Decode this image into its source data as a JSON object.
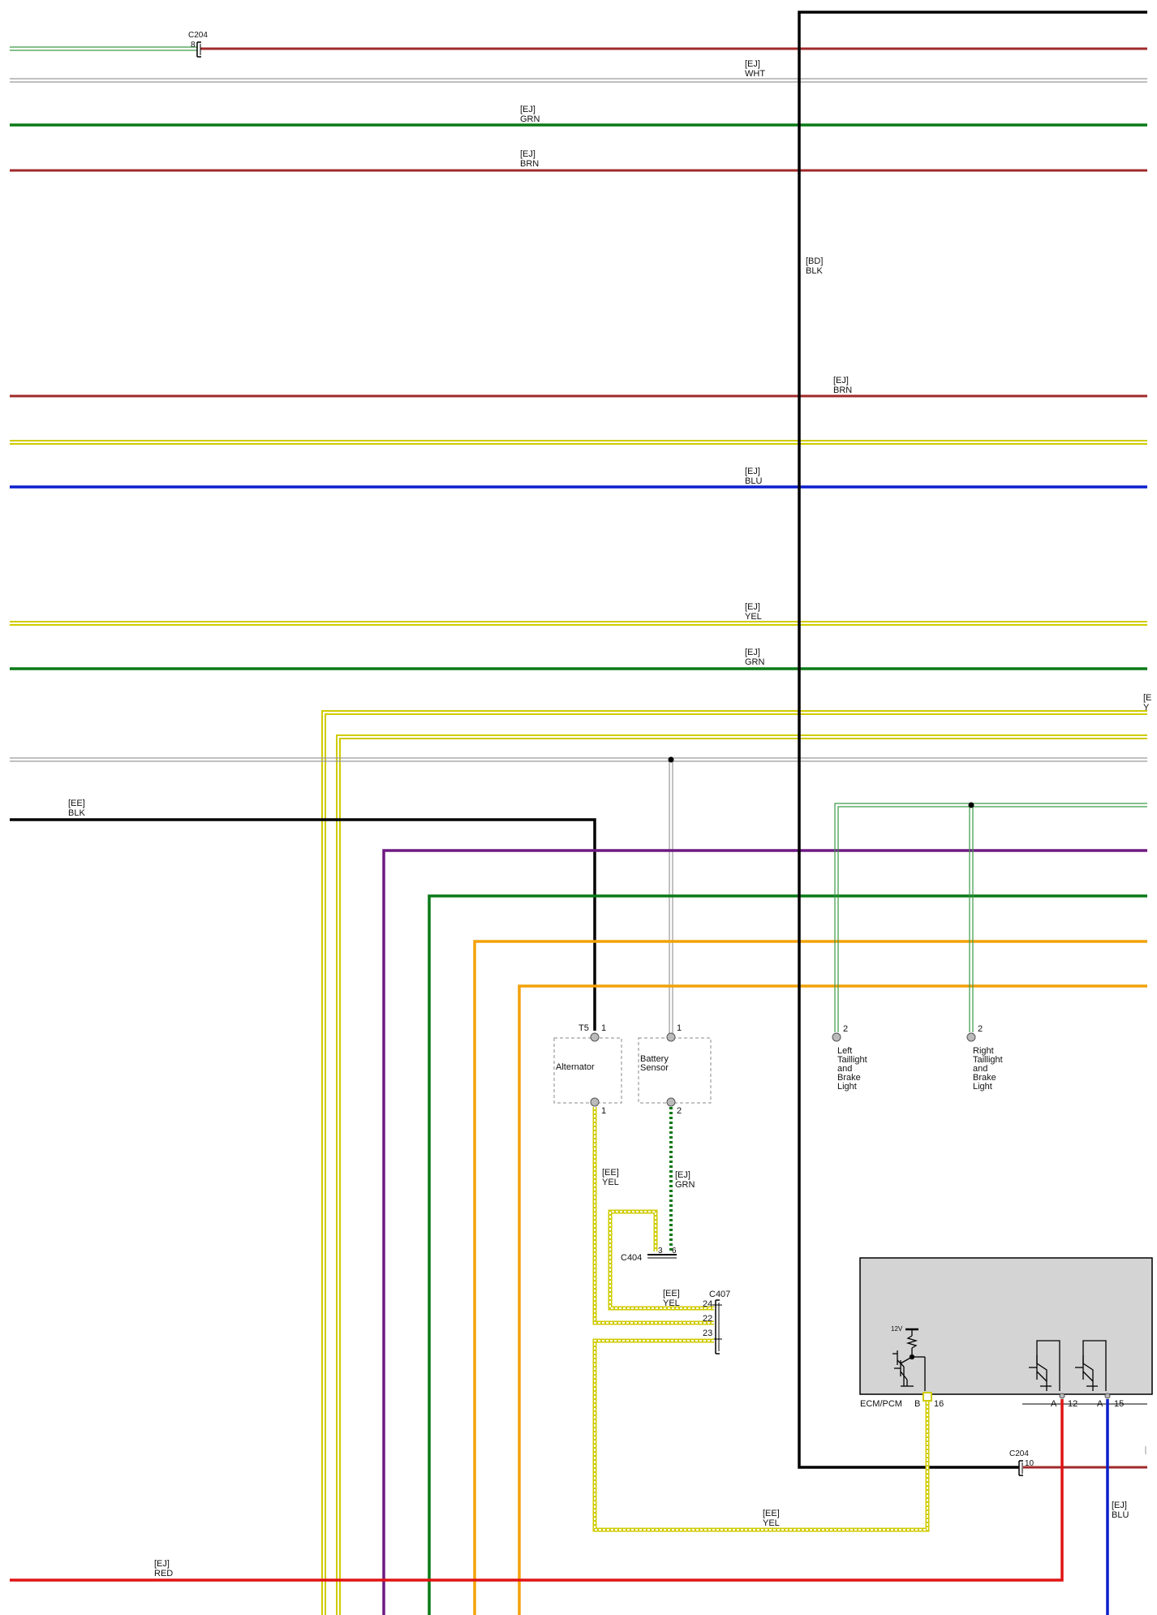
{
  "colors": {
    "BLK": "#000000",
    "BRN": "#a0292a",
    "GRN": "#0a7a17",
    "GRN_pair": "#3a9a45",
    "WHT": "#9a9a9a",
    "YEL": "#cfcb00",
    "BLU": "#0a1fcc",
    "RED": "#e01414",
    "VIO": "#6f1a82",
    "ORN": "#f2a20a",
    "module_fill": "#d4d4d4"
  },
  "wire_labels": {
    "wht_top": [
      "[EJ]",
      "WHT"
    ],
    "grn_1": [
      "[EJ]",
      "GRN"
    ],
    "brn_1": [
      "[EJ]",
      "BRN"
    ],
    "blk_vertical": [
      "[BD]",
      "BLK"
    ],
    "brn_2": [
      "[EJ]",
      "BRN"
    ],
    "blu_1": [
      "[EJ]",
      "BLU"
    ],
    "yel_1": [
      "[EJ]",
      "YEL"
    ],
    "grn_2": [
      "[EJ]",
      "GRN"
    ],
    "edge_cut": [
      "[E",
      "Y"
    ],
    "blk_left": [
      "[EE]",
      "BLK"
    ],
    "alt_yel": [
      "[EE]",
      "YEL"
    ],
    "batt_grn": [
      "[EJ]",
      "GRN"
    ],
    "yel_c407": [
      "[EE]",
      "YEL"
    ],
    "yel_bottom": [
      "[EE]",
      "YEL"
    ],
    "red_bottom": [
      "[EJ]",
      "RED"
    ],
    "blu_right": [
      "[EJ]",
      "BLU"
    ]
  },
  "connectors": {
    "c204_top": {
      "name": "C204",
      "pin": "8"
    },
    "c204_bottom": {
      "name": "C204",
      "pin": "10"
    },
    "c404": {
      "name": "C404",
      "pins": [
        "3",
        "6"
      ]
    },
    "c407": {
      "name": "C407",
      "pins": [
        "24",
        "22",
        "23"
      ]
    }
  },
  "components": {
    "alternator": {
      "name": "Alternator",
      "terminal_top": "T5",
      "pin_top": "1",
      "pin_bottom": "1"
    },
    "battery_sensor": {
      "name_lines": [
        "Battery",
        "Sensor"
      ],
      "pin_top": "1",
      "pin_bottom": "2"
    },
    "left_taillight": {
      "name_lines": [
        "Left",
        "Taillight",
        "and",
        "Brake",
        "Light"
      ],
      "pin": "2"
    },
    "right_taillight": {
      "name_lines": [
        "Right",
        "Taillight",
        "and",
        "Brake",
        "Light"
      ],
      "pin": "2"
    },
    "ecm": {
      "name": "ECM/PCM",
      "supply": "12V",
      "pins": [
        {
          "conn": "B",
          "pin": "16"
        },
        {
          "conn": "A",
          "pin": "12"
        },
        {
          "conn": "A",
          "pin": "15"
        }
      ]
    }
  }
}
